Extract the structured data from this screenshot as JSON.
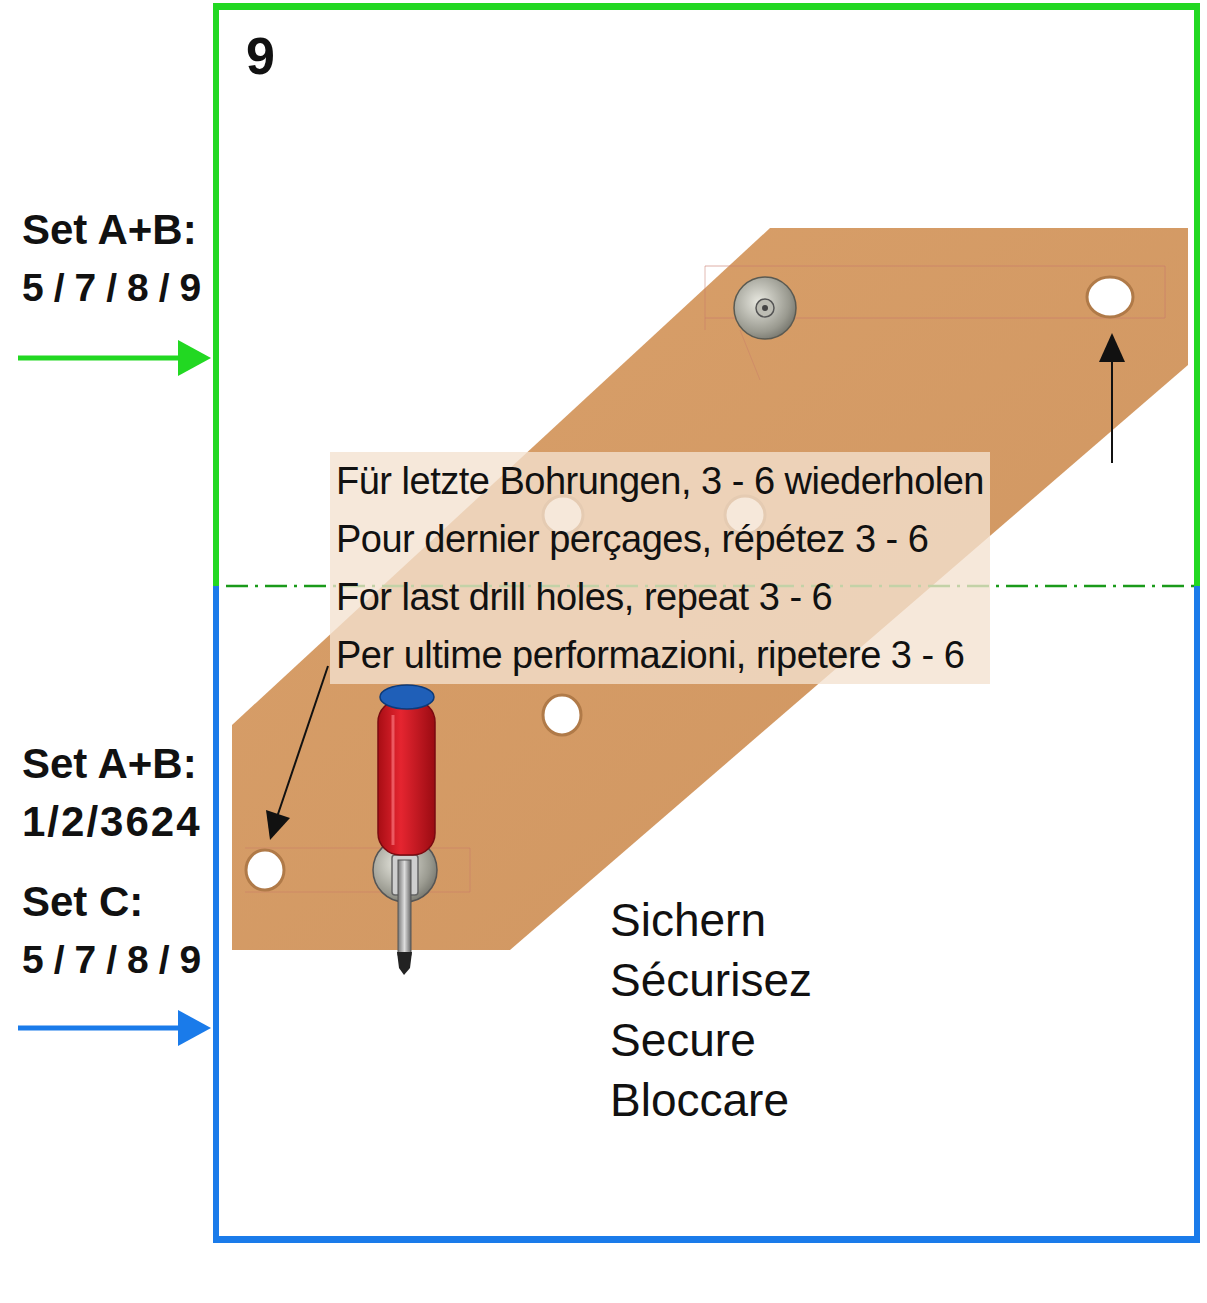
{
  "diagram": {
    "nodes": [
      {
        "text": [
          "9"
        ]
      },
      {
        "text": [
          "Sichern",
          "Sécurisez",
          "Secure",
          "Bloccare"
        ]
      },
      {
        "text": [
          "Für letzte Bohrungen, 3 - 6 wiederholen",
          "Pour dernier perçages, répétez 3 - 6",
          "For last drill holes, repeat 3 - 6",
          "Per ultime performazioni, ripetere 3 - 6"
        ]
      }
    ],
    "labels": [
      "Set A+B:",
      "5/7/8/9",
      "Set A+B:",
      "1/2/3624",
      "Set C:",
      "5/7/8/9"
    ]
  }
}
